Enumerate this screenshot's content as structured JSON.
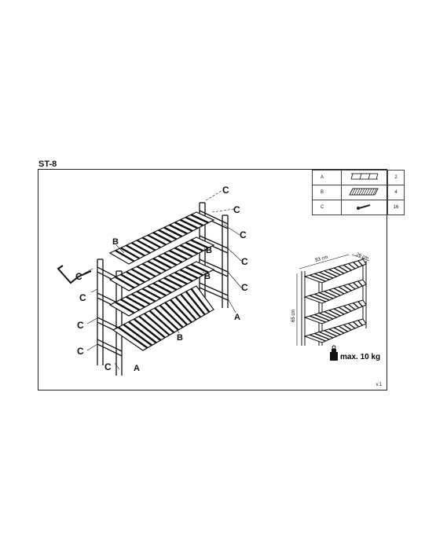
{
  "title": "ST-8",
  "version": "v.1",
  "parts": [
    {
      "key": "A",
      "qty": "2",
      "icon": "ladder-frame-icon"
    },
    {
      "key": "B",
      "qty": "4",
      "icon": "slatted-shelf-icon"
    },
    {
      "key": "C",
      "qty": "16",
      "icon": "screw-icon"
    }
  ],
  "callouts": {
    "a": "A",
    "b": "B",
    "c": "C"
  },
  "dimensions": {
    "width": "83 cm",
    "depth": "26 cm",
    "height": "65 cm"
  },
  "load": "max. 10 kg"
}
